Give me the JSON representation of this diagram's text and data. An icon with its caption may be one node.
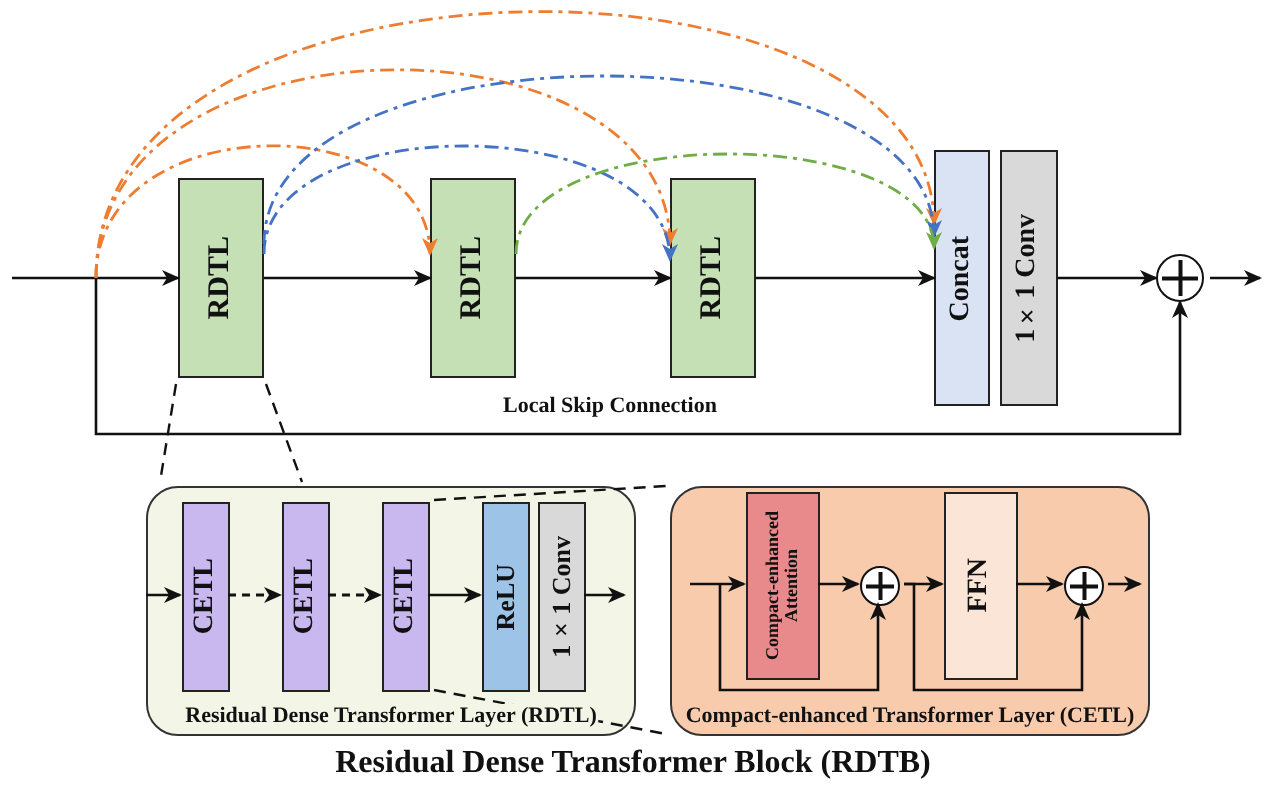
{
  "diagram": {
    "title": "Residual Dense Transformer Block (RDTB)",
    "nodes": [
      {
        "text": [
          "RDTL"
        ]
      },
      {
        "text": [
          "RDTL"
        ]
      },
      {
        "text": [
          "RDTL"
        ]
      },
      {
        "text": [
          "Concat"
        ]
      },
      {
        "text": [
          "1×1 Conv"
        ]
      },
      {
        "text": [],
        "shape": "circle"
      },
      {
        "text": [
          "Residual Dense Transformer Layer (RDTL)"
        ]
      },
      {
        "text": [
          "CETL"
        ],
        "in": 6
      },
      {
        "text": [
          "CETL"
        ],
        "in": 6
      },
      {
        "text": [
          "CETL"
        ],
        "in": 6
      },
      {
        "text": [
          "ReLU"
        ],
        "in": 6
      },
      {
        "text": [
          "1×1 Conv"
        ],
        "in": 6
      },
      {
        "text": [
          "Compact-enhanced Transformer Layer (CETL)"
        ]
      },
      {
        "text": [
          "Compact-enhanced Attention"
        ],
        "in": 12
      },
      {
        "text": [],
        "shape": "circle",
        "in": 12
      },
      {
        "text": [
          "FFN"
        ],
        "in": 12
      },
      {
        "text": [],
        "shape": "circle",
        "in": 12
      }
    ],
    "edges": [
      {
        "from": null,
        "to": 0,
        "arrow": "to"
      },
      {
        "from": 0,
        "to": 1,
        "arrow": "to"
      },
      {
        "from": 1,
        "to": 2,
        "arrow": "to"
      },
      {
        "from": 2,
        "to": 3,
        "arrow": "to"
      },
      {
        "from": 4,
        "to": 5,
        "arrow": "to"
      },
      {
        "from": 5,
        "to": null,
        "arrow": "to"
      },
      {
        "from": null,
        "to": 5,
        "arrow": "to",
        "label": "Local Skip Connection"
      },
      {
        "from": null,
        "to": 1,
        "arrow": "to",
        "style": "dashed",
        "color": "#ed7d31"
      },
      {
        "from": null,
        "to": 2,
        "arrow": "to",
        "style": "dashed",
        "color": "#ed7d31"
      },
      {
        "from": null,
        "to": 3,
        "arrow": "to",
        "style": "dashed",
        "color": "#ed7d31"
      },
      {
        "from": 0,
        "to": 2,
        "arrow": "to",
        "style": "dashed",
        "color": "#4472c4"
      },
      {
        "from": 0,
        "to": 3,
        "arrow": "to",
        "style": "dashed",
        "color": "#4472c4"
      },
      {
        "from": 1,
        "to": 3,
        "arrow": "to",
        "style": "dashed",
        "color": "#70ad47"
      },
      {
        "from": null,
        "to": 7,
        "arrow": "to"
      },
      {
        "from": 7,
        "to": 8,
        "arrow": "to",
        "style": "dashed"
      },
      {
        "from": 8,
        "to": 9,
        "arrow": "to",
        "style": "dashed"
      },
      {
        "from": 9,
        "to": 10,
        "arrow": "to"
      },
      {
        "from": 11,
        "to": null,
        "arrow": "to"
      },
      {
        "from": null,
        "to": 13,
        "arrow": "to"
      },
      {
        "from": 13,
        "to": 14,
        "arrow": "to"
      },
      {
        "from": 14,
        "to": 15,
        "arrow": "to"
      },
      {
        "from": 15,
        "to": 16,
        "arrow": "to"
      },
      {
        "from": 16,
        "to": null,
        "arrow": "to"
      },
      {
        "from": null,
        "to": 14,
        "arrow": "to"
      },
      {
        "from": 14,
        "to": 16,
        "arrow": "to"
      }
    ]
  }
}
